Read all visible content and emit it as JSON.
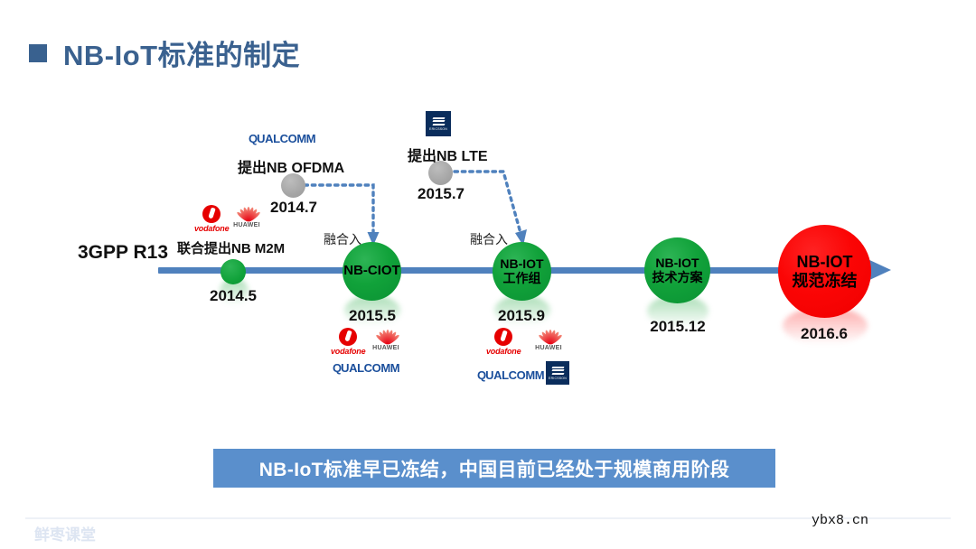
{
  "slide": {
    "title": "NB-IoT标准的制定",
    "axis_label": "3GPP R13",
    "banner_text": "NB-IoT标准早已冻结，中国目前已经处于规模商用阶段"
  },
  "milestones": [
    {
      "id": "nb-m2m",
      "caption": "联合提出NB M2M",
      "date": "2014.5",
      "shape": "dot",
      "color": "#11a23a",
      "logos": [
        "vodafone",
        "huawei"
      ]
    },
    {
      "id": "nb-ciot",
      "label_line1": "NB-CIOT",
      "label_line2": "",
      "date": "2015.5",
      "shape": "circle",
      "color": "#11a23a",
      "logos": [
        "vodafone",
        "huawei",
        "qualcomm"
      ]
    },
    {
      "id": "nb-iot-workgroup",
      "label_line1": "NB-IOT",
      "label_line2": "工作组",
      "date": "2015.9",
      "shape": "circle",
      "color": "#11a23a",
      "logos": [
        "vodafone",
        "huawei",
        "qualcomm",
        "ericsson"
      ]
    },
    {
      "id": "nb-iot-tech",
      "label_line1": "NB-IOT",
      "label_line2": "技术方案",
      "date": "2015.12",
      "shape": "circle",
      "color": "#11a23a",
      "logos": []
    },
    {
      "id": "nb-iot-frozen",
      "label_line1": "NB-IOT",
      "label_line2": "规范冻结",
      "date": "2016.6",
      "shape": "circle",
      "color": "#fb0505",
      "logos": []
    }
  ],
  "proposals": [
    {
      "id": "nb-ofdma",
      "vendor": "qualcomm",
      "caption": "提出NB OFDMA",
      "date": "2014.7",
      "merge_label": "融合入",
      "merges_into": "nb-ciot"
    },
    {
      "id": "nb-lte",
      "vendor": "ericsson",
      "caption": "提出NB LTE",
      "date": "2015.7",
      "merge_label": "融合入",
      "merges_into": "nb-iot-workgroup"
    }
  ],
  "logos": {
    "vodafone": "vodafone",
    "huawei": "HUAWEI",
    "qualcomm_q": "Q",
    "qualcomm_rest": "UALCOMM",
    "ericsson": "ERICSSON"
  },
  "footer": {
    "watermark_left": "鲜枣课堂",
    "watermark_right": "ybx8.cn"
  },
  "colors": {
    "title": "#3a618f",
    "axis": "#4f81bd",
    "banner": "#5a8fcc",
    "green": "#11a23a",
    "red": "#fb0505",
    "gray": "#a6a6a6",
    "dotted": "#4f81bd"
  }
}
